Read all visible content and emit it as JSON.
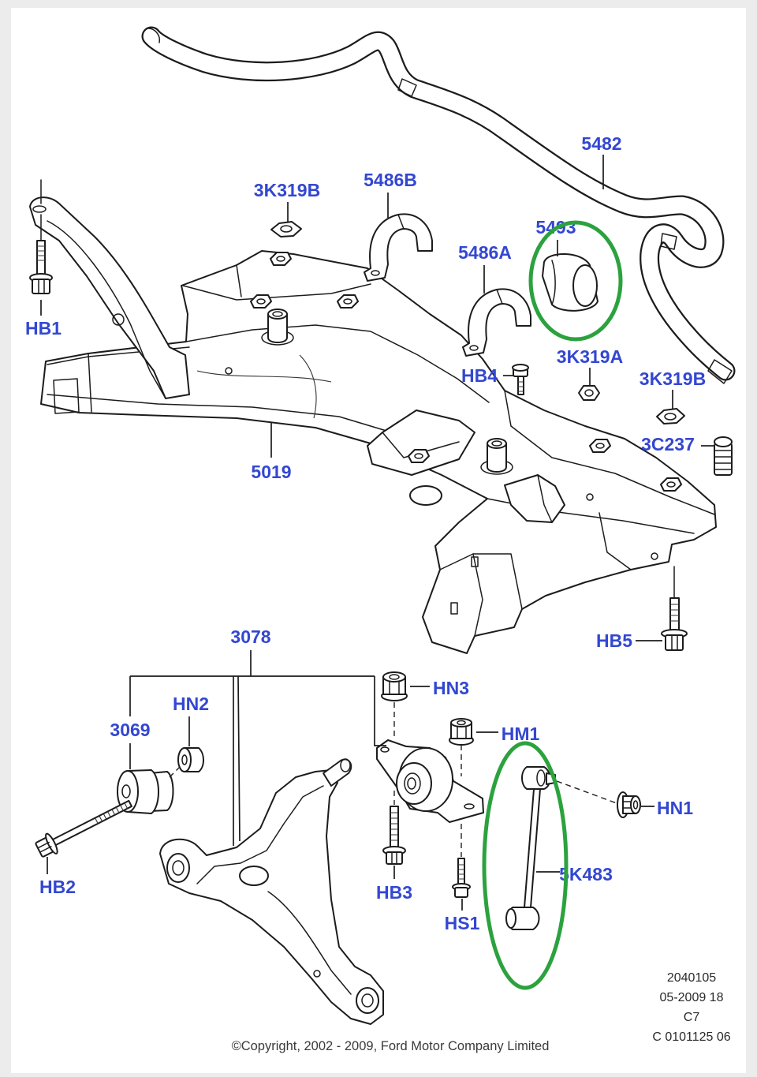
{
  "callouts": {
    "stabilizer_bar": "5482",
    "clip_left": "3K319B",
    "bracket_upper": "5486B",
    "bushing": "5493",
    "bracket_lower": "5486A",
    "bolt_hb1": "HB1",
    "bolt_hb4": "HB4",
    "clip_center": "3K319A",
    "clip_right": "3K319B",
    "plug": "3C237",
    "subframe": "5019",
    "bolt_hb5": "HB5",
    "control_arm": "3078",
    "nut_hn3": "HN3",
    "washer_hn2": "HN2",
    "arm_bushing": "3069",
    "nut_hm1": "HM1",
    "nut_hn1": "HN1",
    "bolt_hb2": "HB2",
    "bolt_hb3": "HB3",
    "link": "5K483",
    "bolt_hs1": "HS1"
  },
  "illustration_code": [
    "2040105",
    "05-2009 18",
    "C7",
    "C 0101125 06"
  ],
  "copyright": "©Copyright, 2002 - 2009, Ford Motor Company Limited",
  "colors": {
    "callout": "#3347d1",
    "highlight": "#2ca23e",
    "frame": "#ececec"
  }
}
